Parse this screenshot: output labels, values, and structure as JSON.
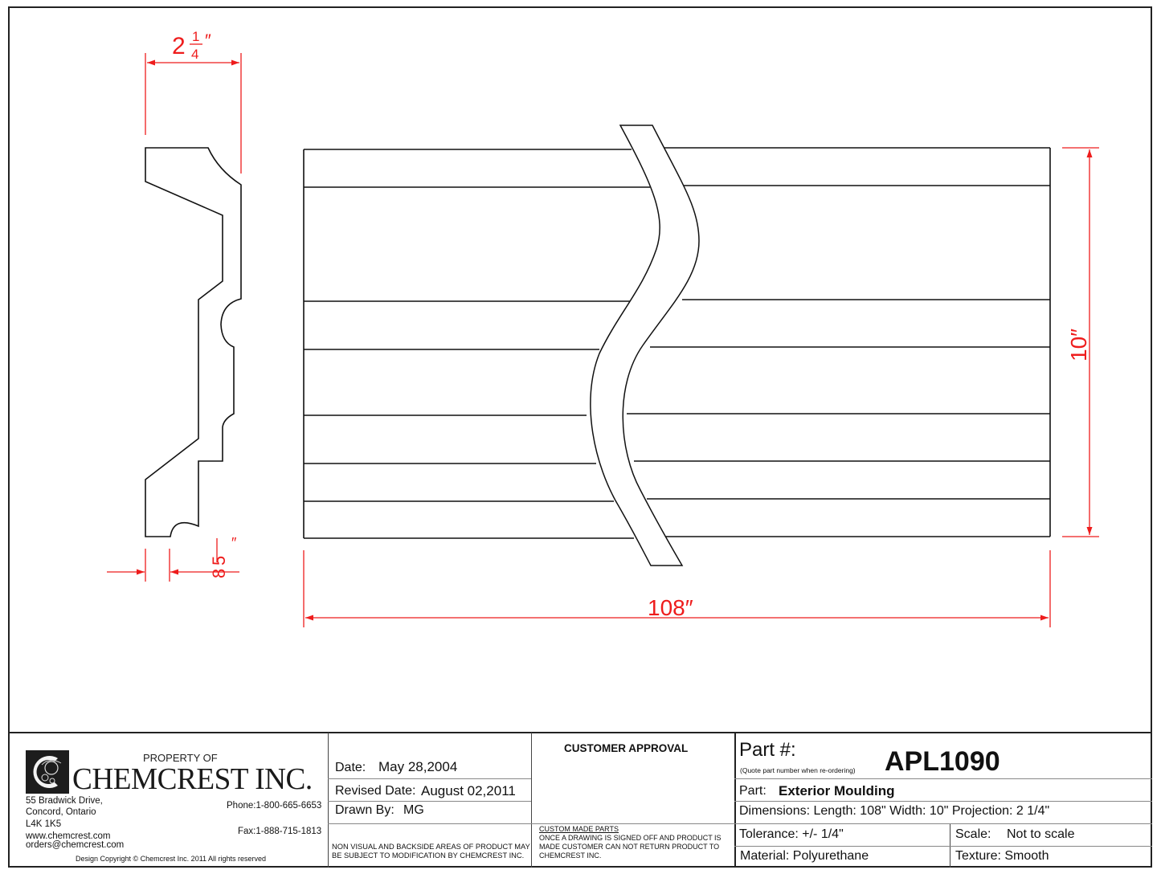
{
  "drawing": {
    "profile_dims": {
      "projection": {
        "whole": "2",
        "num": "1",
        "den": "4",
        "unit": "″"
      },
      "bottom_step": {
        "num": "5",
        "den": "8",
        "unit": "″"
      }
    },
    "elevation_dims": {
      "length": "108″",
      "height": "10″"
    },
    "colors": {
      "outline": "#111111",
      "dimension": "#ee1c1c"
    }
  },
  "title_block": {
    "company": {
      "property_of": "PROPERTY OF",
      "name": "CHEMCREST INC.",
      "address_line1": "55 Bradwick Drive,",
      "address_line2": "Concord, Ontario",
      "postal": "L4K 1K5",
      "website": "www.chemcrest.com",
      "email": "orders@chemcrest.com",
      "phone": "Phone:1-800-665-6653",
      "fax": "Fax:1-888-715-1813",
      "copyright": "Design Copyright © Chemcrest Inc. 2011 All rights reserved",
      "logo_icon": "chemcrest-logo-c"
    },
    "dates": {
      "date_label": "Date:",
      "date_value": "May 28,2004",
      "revised_label": "Revised Date:",
      "revised_value": "August 02,2011",
      "drawn_label": "Drawn By:",
      "drawn_value": "MG",
      "notice_line1": "NON VISUAL AND BACKSIDE AREAS OF PRODUCT MAY",
      "notice_line2": "BE SUBJECT TO MODIFICATION BY CHEMCREST INC."
    },
    "approval": {
      "heading": "CUSTOMER APPROVAL",
      "custom_heading": "CUSTOM MADE PARTS",
      "custom_line1": "ONCE A DRAWING IS SIGNED OFF AND PRODUCT IS",
      "custom_line2": "MADE CUSTOMER CAN NOT RETURN PRODUCT TO",
      "custom_line3": "CHEMCREST INC."
    },
    "part": {
      "part_no_label": "Part #:",
      "part_no_hint": "(Quote part number when re-ordering)",
      "part_no_value": "APL1090",
      "part_label": "Part:",
      "part_value": "Exterior Moulding",
      "dimensions": "Dimensions: Length: 108\"  Width: 10\" Projection: 2 1/4\"",
      "tolerance": "Tolerance: +/- 1/4\"",
      "scale_label": "Scale:",
      "scale_value": "Not to scale",
      "material": "Material: Polyurethane",
      "texture": "Texture: Smooth"
    }
  }
}
